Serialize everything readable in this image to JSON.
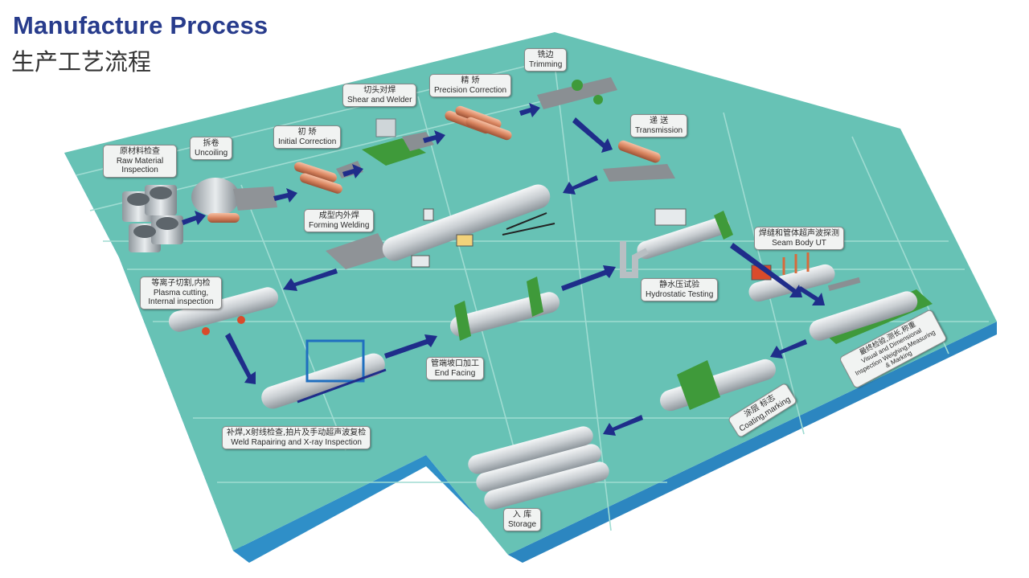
{
  "header": {
    "title_en": "Manufacture Process",
    "title_cn": "生产工艺流程"
  },
  "colors": {
    "floor": "#67c2b5",
    "floor_edge": "#2f8fc8",
    "grid": "#9fdcd2",
    "arrow": "#1f2d8a",
    "pipe": "#d8dde0",
    "copper": "#d98560",
    "machine_green": "#3f9a3a"
  },
  "steps": [
    {
      "cn": "原材料检查",
      "en": "Raw Material Inspection"
    },
    {
      "cn": "拆卷",
      "en": "Uncoiling"
    },
    {
      "cn": "初 矫",
      "en": "Initial Correction"
    },
    {
      "cn": "切头对焊",
      "en": "Shear and Welder"
    },
    {
      "cn": "精 矫",
      "en": "Precision Correction"
    },
    {
      "cn": "铣边",
      "en": "Trimming"
    },
    {
      "cn": "递 送",
      "en": "Transmission"
    },
    {
      "cn": "成型内外焊",
      "en": "Forming Welding"
    },
    {
      "cn": "等离子切割,内检",
      "en": "Plasma cutting, Internal inspection"
    },
    {
      "cn": "管端坡口加工",
      "en": "End Facing"
    },
    {
      "cn": "静水压试验",
      "en": "Hydrostatic Testing"
    },
    {
      "cn": "焊缝和管体超声波探测",
      "en": "Seam Body UT"
    },
    {
      "cn": "最终检验,测长,称重",
      "en": "Visual and Dimensional Inspection Weighing,Measuring & Marking"
    },
    {
      "cn": "补焊,X射线检查,拍片及手动超声波复检",
      "en": "Weld Rapairing and X-ray Inspection"
    },
    {
      "cn": "涂层 标志",
      "en": "Coating,marking"
    },
    {
      "cn": "入 库",
      "en": "Storage"
    }
  ]
}
